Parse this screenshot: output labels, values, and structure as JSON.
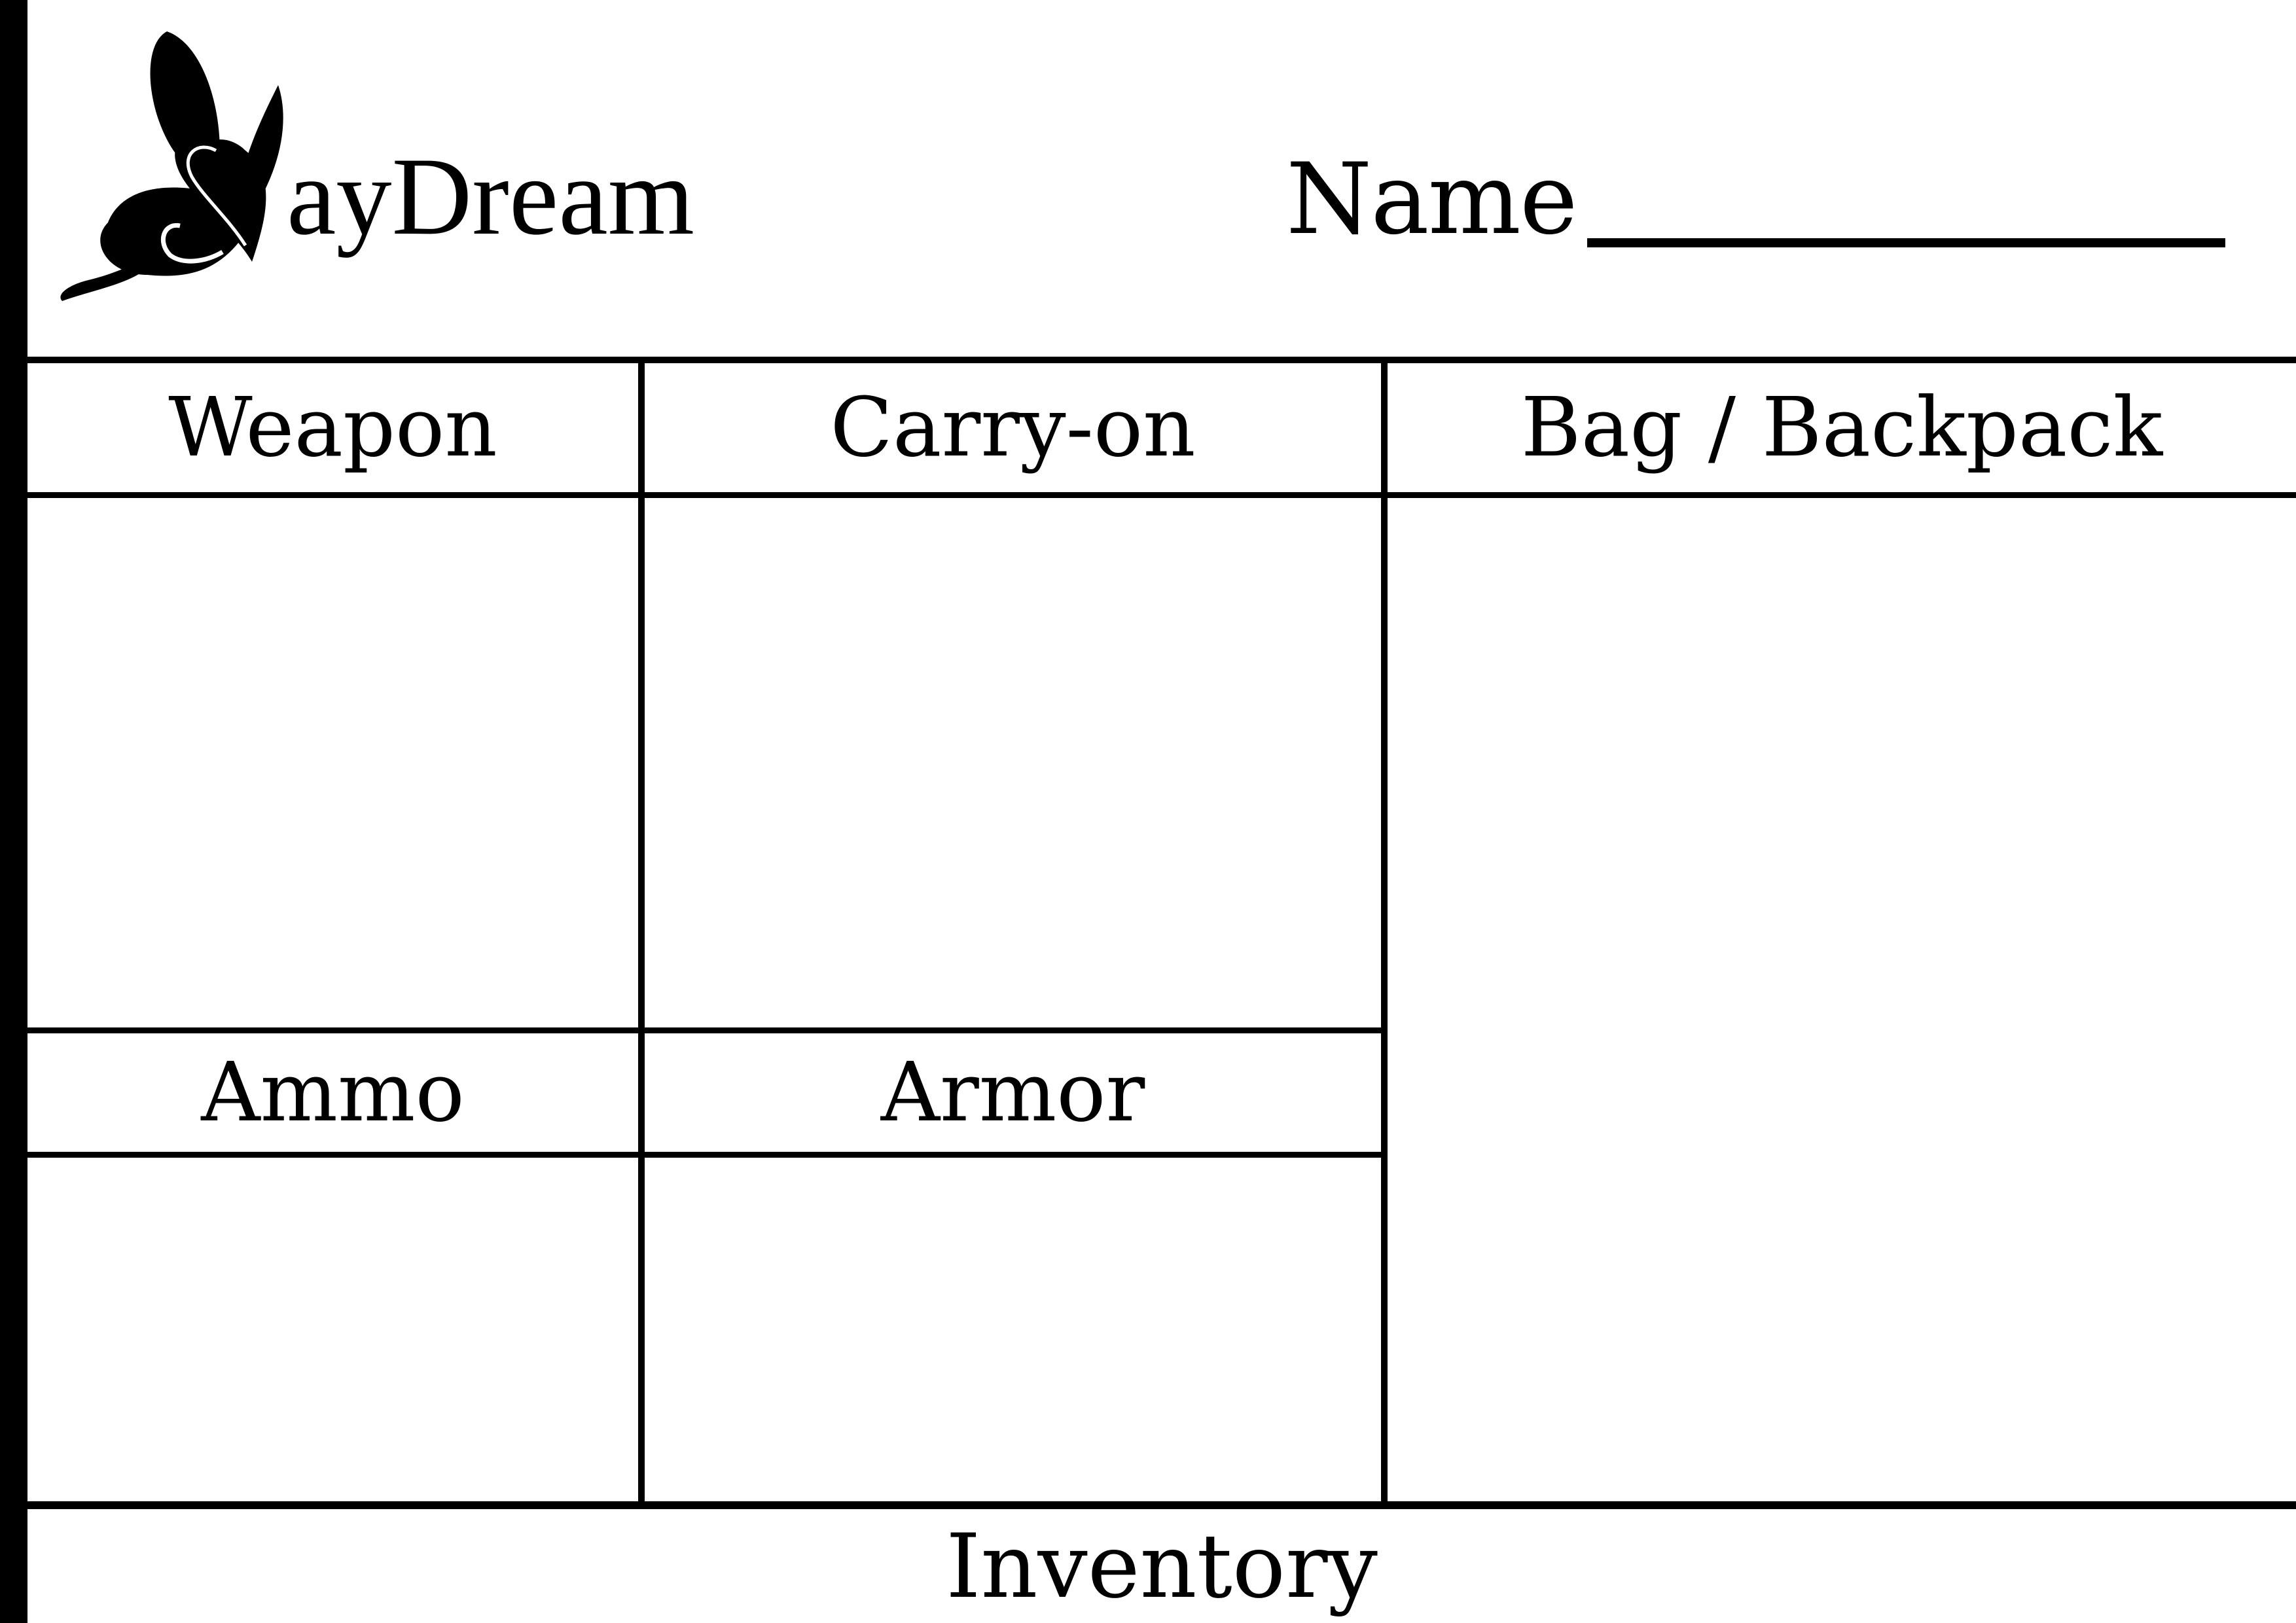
{
  "logo": {
    "text": "ayDream",
    "icon": "butterfly-icon"
  },
  "name_field": {
    "label": "Name",
    "value": ""
  },
  "sections": {
    "weapon": "Weapon",
    "carry_on": "Carry-on",
    "bag": "Bag / Backpack",
    "ammo": "Ammo",
    "armor": "Armor",
    "inventory": "Inventory"
  },
  "colors": {
    "ink": "#000000",
    "paper": "#ffffff"
  }
}
